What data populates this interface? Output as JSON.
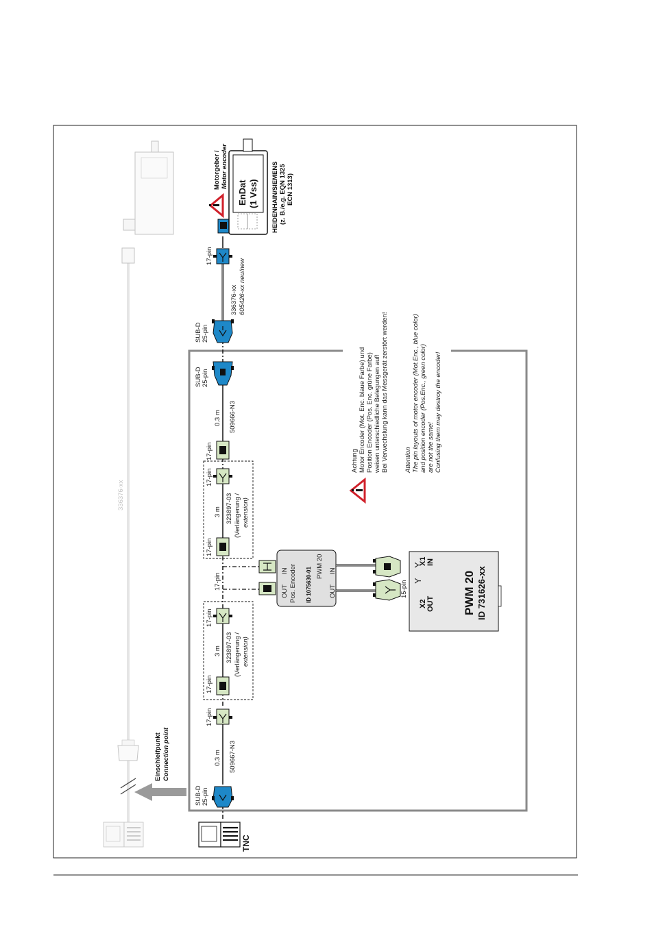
{
  "colors": {
    "connector_blue": "#1e88c8",
    "connector_green": "#d6e7c4",
    "frame_gray": "#8a8a8a",
    "warning_red": "#d0202a",
    "line_black": "#111111"
  },
  "labels": {
    "tnc": "TNC",
    "connection_point_de": "Einschleifpunkt",
    "connection_point_en": "Connection point",
    "subd_25pin": "SUB-D",
    "subd_25pin_b": "25-pin",
    "cable_03m": "0.3 m",
    "cable_509667": "509667-N3",
    "cable_509666": "509666-N3",
    "pin17": "17-pin",
    "pin15": "15-pin",
    "len_3m": "3 m",
    "ext_id": "323897-03",
    "ext_de": "(Verlängerung /",
    "ext_en": "extension)",
    "ghost_cable": "336376-xx",
    "motor_cable_1": "336376-xx",
    "motor_cable_2": "605426-xx neu/new",
    "encoder_title_de": "Motorgeber /",
    "encoder_title_en": "Motor encoder",
    "endat": "EnDat",
    "vss": "(1 Vss)",
    "heidenhain": "HEIDENHAIN/SIEMENS",
    "eg": "(z. B./e.g. EQN 1325",
    "ecn": "ECN 1313)",
    "adapter_in": "IN",
    "adapter_out": "OUT",
    "adapter_pwm": "PWM 20",
    "adapter_pos": "Pos. Encoder",
    "adapter_id": "ID 1075630-01",
    "pwm_x1": "X1",
    "pwm_in": "IN",
    "pwm_x2": "X2",
    "pwm_out": "OUT",
    "pwm_name": "PWM 20",
    "pwm_id": "ID 731626-xx"
  },
  "notes": {
    "de": [
      "Achtung",
      "Motor Encoder (Mot. Enc. blaue Farbe) und",
      "Position Encoder (Pos. Enc. grüne Farbe)",
      "weisen unterschiedliche Belegungen auf!",
      "Bei Verwechslung kann das Messgerät zerstört werden!"
    ],
    "en": [
      "Attention",
      "The pin layouts of motor encoder (Mot.Enc., blue color)",
      "and position encoder (Pos.Enc., green color)",
      "are not the same!",
      "Confusing them may destroy the encoder!"
    ]
  }
}
